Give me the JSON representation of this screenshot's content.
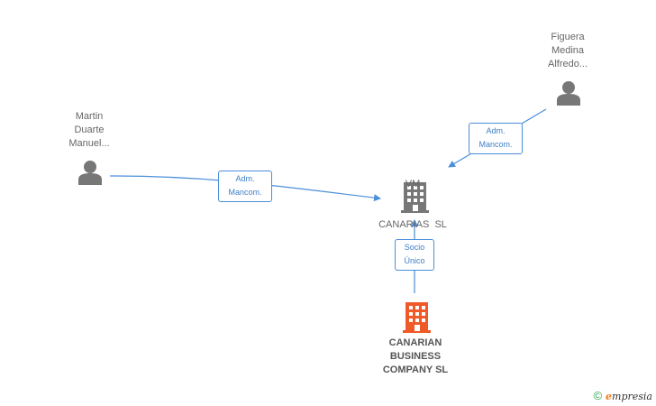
{
  "nodes": {
    "martin": {
      "label_lines": [
        "Martin",
        "Duarte",
        "Manuel..."
      ]
    },
    "figuera": {
      "label_lines": [
        "Figuera",
        "Medina",
        "Alfredo..."
      ]
    },
    "vm": {
      "label_lines": [
        "VM",
        "CANARIAS  SL"
      ]
    },
    "canarian": {
      "label_lines": [
        "CANARIAN",
        "BUSINESS",
        "COMPANY SL"
      ]
    }
  },
  "edges": {
    "martin_vm": {
      "label_lines": [
        "Adm.",
        "Mancom."
      ]
    },
    "figuera_vm": {
      "label_lines": [
        "Adm.",
        "Mancom."
      ]
    },
    "canarian_vm": {
      "label_lines": [
        "Socio",
        "Único"
      ]
    }
  },
  "colors": {
    "edge": "#4a8fd9",
    "person_icon": "#777777",
    "company_icon": "#777777",
    "highlight_company_icon": "#f05a28"
  },
  "watermark": {
    "copyright": "©",
    "brand_initial": "e",
    "brand_rest": "mpresia"
  }
}
